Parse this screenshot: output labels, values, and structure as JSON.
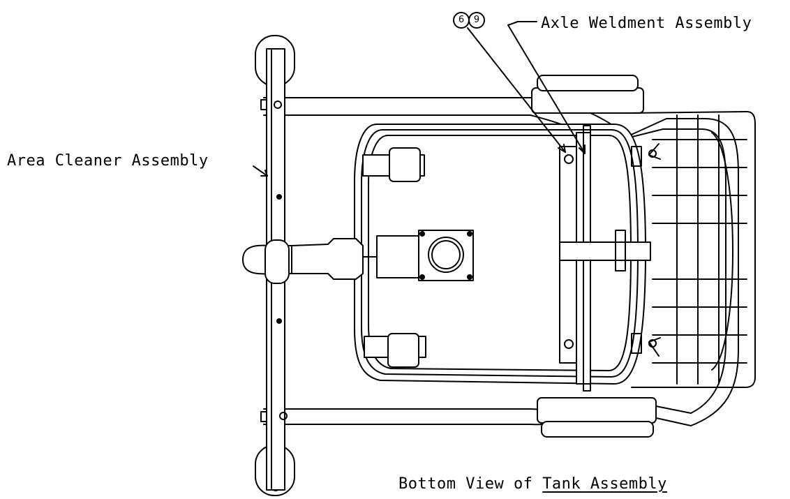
{
  "labels": {
    "area_cleaner": "Area Cleaner Assembly",
    "axle_weldment": "Axle Weldment Assembly",
    "caption_prefix": "Bottom View of",
    "caption_underlined": "Tank Assembly"
  },
  "callouts": [
    "6",
    "9"
  ]
}
